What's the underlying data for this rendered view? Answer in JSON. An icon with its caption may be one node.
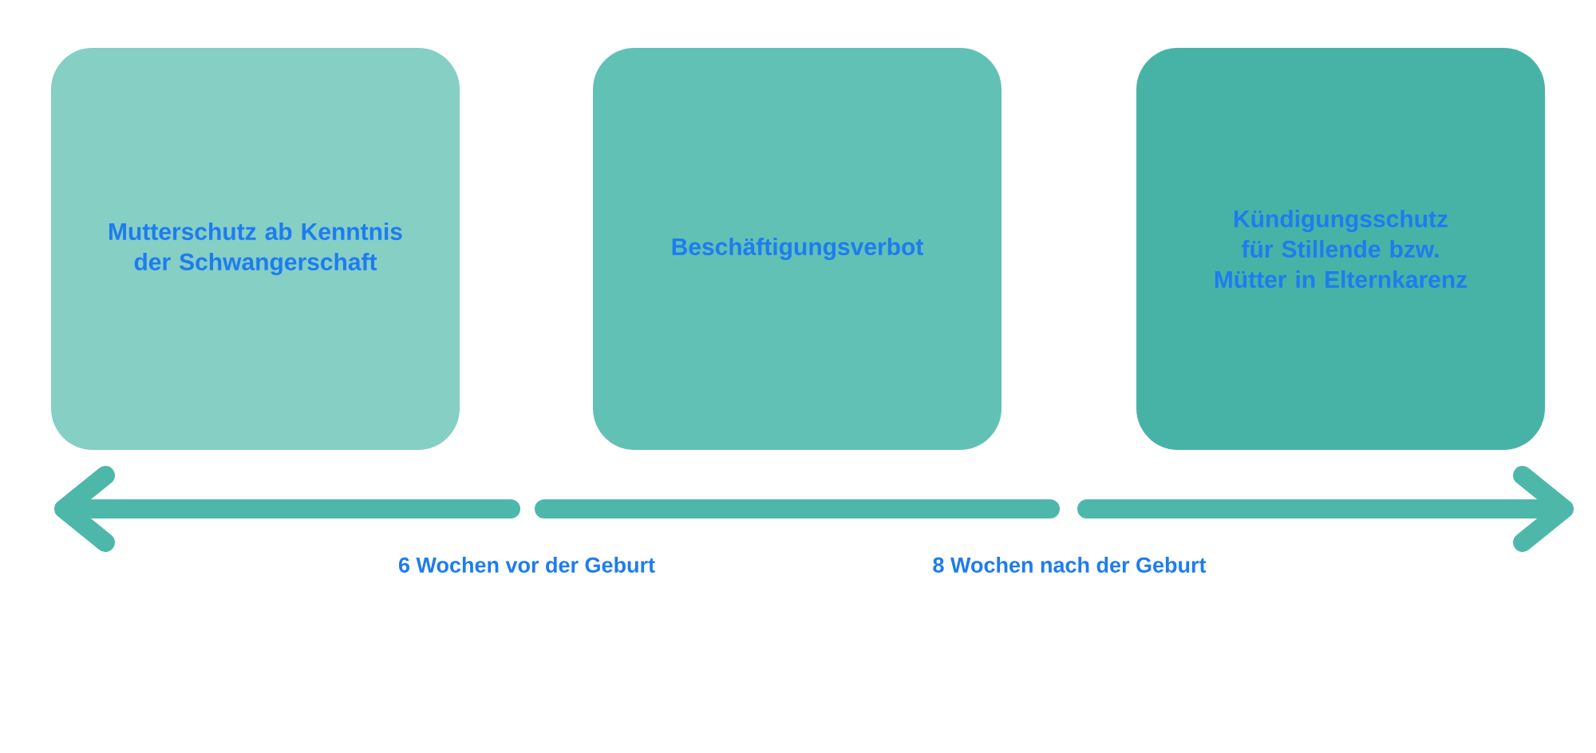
{
  "diagram": {
    "nodes": [
      {
        "text": [
          "Mutterschutz ab Kenntnis der Schwangerschaft"
        ]
      },
      {
        "text": [
          "Beschäftigungsverbot"
        ]
      },
      {
        "text": [
          "Kündigungsschutz für Stillende bzw. Mütter in Elternkarenz"
        ]
      }
    ],
    "labels": [
      "6 Wochen vor der Geburt",
      "8 Wochen nach der Geburt"
    ]
  }
}
